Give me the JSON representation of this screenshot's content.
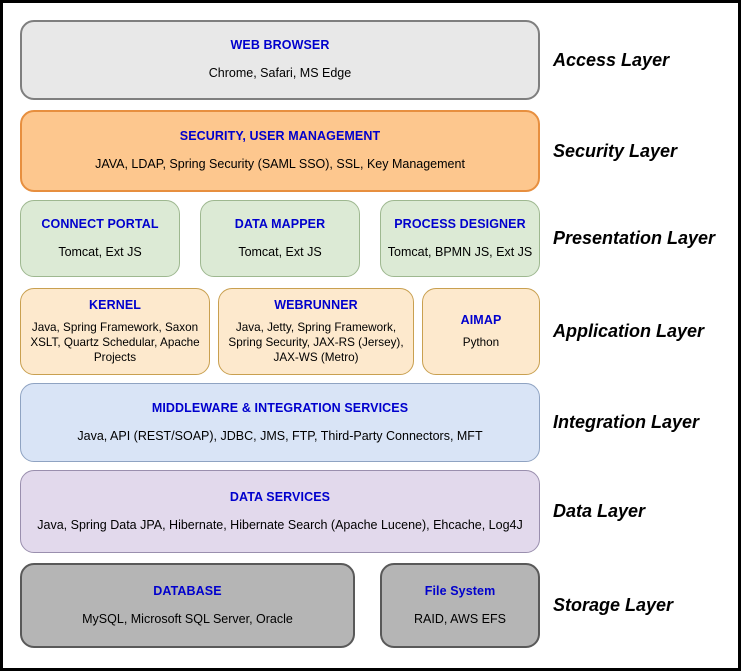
{
  "colors": {
    "canvas_background": "#ffffff",
    "frame_border": "#000000",
    "box_title_text": "#0000cd",
    "box_body_text": "#000000",
    "layer_label_text": "#000000"
  },
  "layers": [
    {
      "name": "access",
      "label": "Access Layer",
      "colors": {
        "fill": "#e8e8e8",
        "border": "#7f7f7f"
      },
      "boxes": [
        {
          "title": "WEB BROWSER",
          "subtitle": "Chrome, Safari, MS Edge"
        }
      ]
    },
    {
      "name": "security",
      "label": "Security Layer",
      "colors": {
        "fill": "#fdc78e",
        "border": "#e78f3f"
      },
      "boxes": [
        {
          "title": "SECURITY, USER MANAGEMENT",
          "subtitle": "JAVA, LDAP, Spring Security (SAML SSO), SSL, Key Management"
        }
      ]
    },
    {
      "name": "presentation",
      "label": "Presentation Layer",
      "colors": {
        "fill": "#dcead5",
        "border": "#9eb890"
      },
      "boxes": [
        {
          "title": "CONNECT PORTAL",
          "subtitle": "Tomcat, Ext JS"
        },
        {
          "title": "DATA MAPPER",
          "subtitle": "Tomcat, Ext JS"
        },
        {
          "title": "PROCESS DESIGNER",
          "subtitle": "Tomcat, BPMN JS, Ext JS"
        }
      ]
    },
    {
      "name": "application",
      "label": "Application Layer",
      "colors": {
        "fill": "#fde9cd",
        "border": "#c9a050"
      },
      "boxes": [
        {
          "title": "KERNEL",
          "subtitle": "Java, Spring Framework, Saxon XSLT, Quartz Schedular, Apache Projects"
        },
        {
          "title": "WEBRUNNER",
          "subtitle": "Java, Jetty, Spring Framework, Spring Security, JAX-RS (Jersey), JAX-WS (Metro)"
        },
        {
          "title": "AIMAP",
          "subtitle": "Python"
        }
      ]
    },
    {
      "name": "integration",
      "label": "Integration Layer",
      "colors": {
        "fill": "#d9e4f6",
        "border": "#8fa3c2"
      },
      "boxes": [
        {
          "title": "MIDDLEWARE & INTEGRATION SERVICES",
          "subtitle": "Java, API (REST/SOAP), JDBC, JMS, FTP, Third-Party Connectors, MFT"
        }
      ]
    },
    {
      "name": "data",
      "label": "Data Layer",
      "colors": {
        "fill": "#e2d9ec",
        "border": "#9a8fae"
      },
      "boxes": [
        {
          "title": "DATA SERVICES",
          "subtitle": "Java, Spring Data JPA, Hibernate, Hibernate Search (Apache Lucene), Ehcache, Log4J"
        }
      ]
    },
    {
      "name": "storage",
      "label": "Storage Layer",
      "colors": {
        "fill": "#b5b5b5",
        "border": "#595959"
      },
      "boxes": [
        {
          "title": "DATABASE",
          "subtitle": "MySQL, Microsoft SQL Server, Oracle"
        },
        {
          "title": "File System",
          "subtitle": "RAID, AWS EFS"
        }
      ]
    }
  ]
}
